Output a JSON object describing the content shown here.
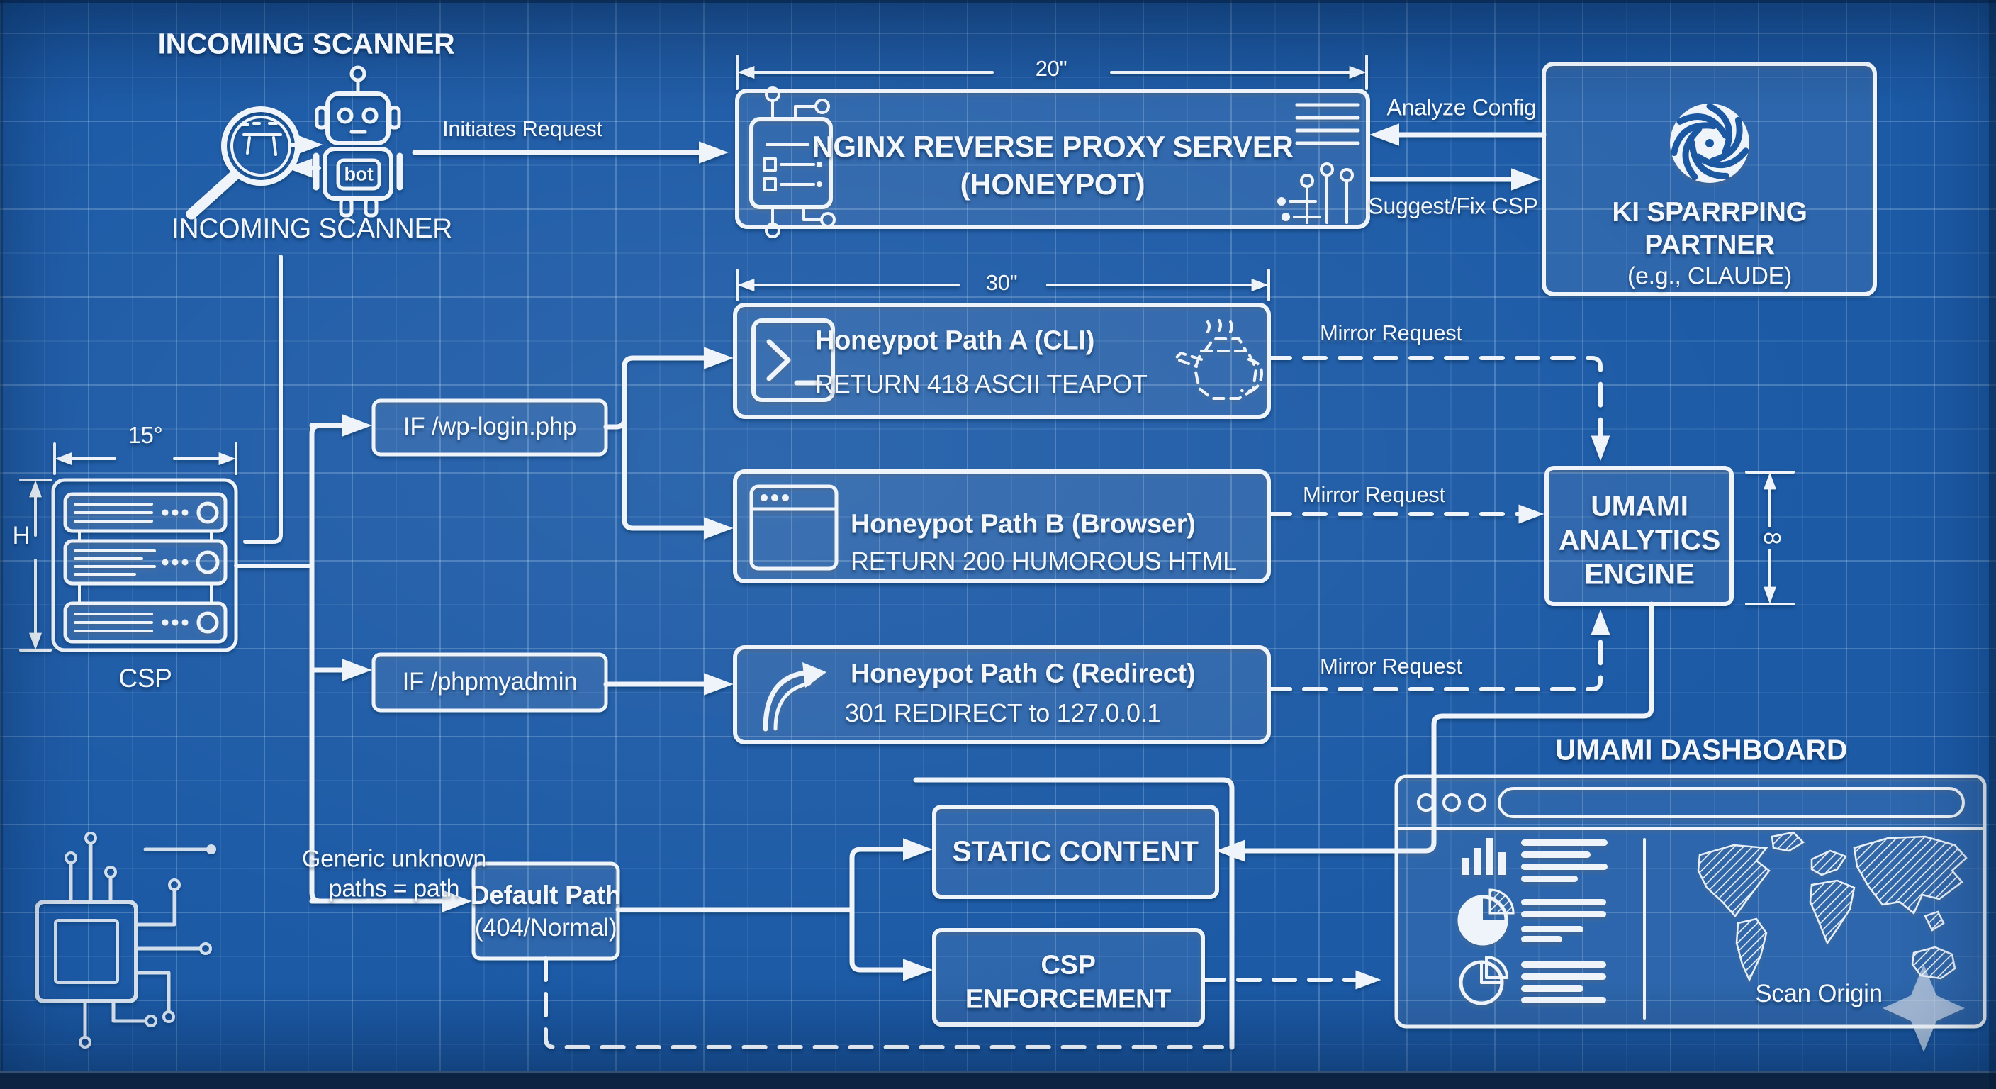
{
  "colors": {
    "background": "#1c5aa6",
    "stroke": "#eef4fa",
    "grid": "#cde6fa",
    "footer_bar": "#0c2342",
    "box_fill": "rgba(233,243,252,0.07)"
  },
  "scanner": {
    "title": "INCOMING SCANNER",
    "caption": "INCOMING SCANNER",
    "bot_label": "bot",
    "request_label": "Initiates Request"
  },
  "nginx": {
    "dimension": "20\"",
    "title": "NGINX REVERSE PROXY SERVER",
    "subtitle": "(HONEYPOT)"
  },
  "ki_partner": {
    "analyze_label": "Analyze Config",
    "suggest_label": "Suggest/Fix CSP",
    "name_line1": "KI SPARRPING",
    "name_line2": "PARTNER",
    "name_line3": "(e.g., CLAUDE)"
  },
  "paths": {
    "dimension": "30\"",
    "a": {
      "title": "Honeypot Path A (CLI)",
      "subtitle": "RETURN 418 ASCII TEAPOT",
      "mirror_label": "Mirror Request"
    },
    "b": {
      "title": "Honeypot Path B (Browser)",
      "subtitle": "RETURN 200 HUMOROUS HTML",
      "mirror_label": "Mirror Request"
    },
    "c": {
      "title": "Honeypot Path C (Redirect)",
      "subtitle": "301 REDIRECT to 127.0.0.1",
      "mirror_label": "Mirror Request"
    }
  },
  "conditions": {
    "wp_login": "IF /wp-login.php",
    "phpmyadmin": "IF /phpmyadmin",
    "generic_note_line1": "Generic unknown",
    "generic_note_line2": "paths = path"
  },
  "origin_server": {
    "dimension_width": "15°",
    "dimension_height": "H",
    "caption": "CSP"
  },
  "default_path": {
    "title": "Default Path",
    "subtitle": "(404/Normal)"
  },
  "static_content": {
    "title": "STATIC CONTENT"
  },
  "csp_enforcement": {
    "line1": "CSP",
    "line2": "ENFORCEMENT"
  },
  "analytics_engine": {
    "line1": "UMAMI",
    "line2": "ANALYTICS",
    "line3": "ENGINE",
    "dimension": "8"
  },
  "dashboard": {
    "heading": "UMAMI DASHBOARD",
    "map_label": "Scan Origin"
  }
}
